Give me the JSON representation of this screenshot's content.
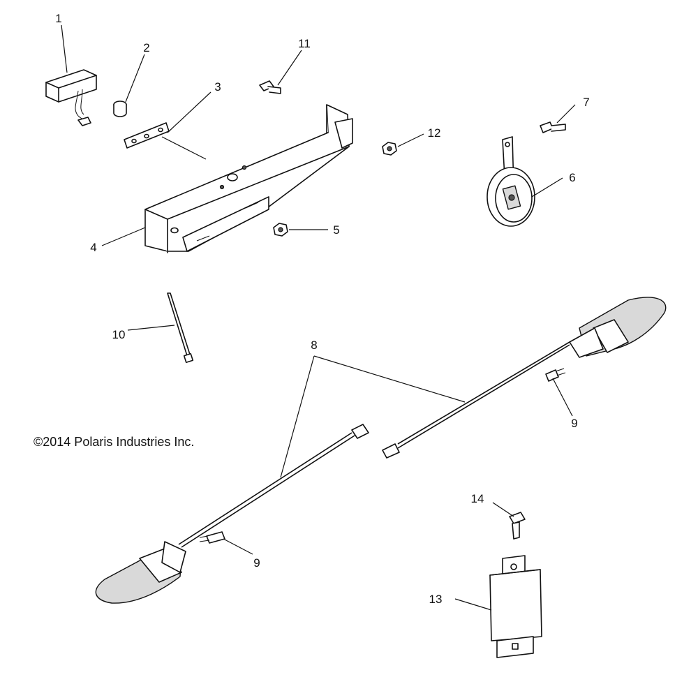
{
  "callouts": {
    "c1": "1",
    "c2": "2",
    "c3": "3",
    "c4": "4",
    "c5": "5",
    "c6": "6",
    "c7": "7",
    "c8": "8",
    "c9a": "9",
    "c9b": "9",
    "c10": "10",
    "c11": "11",
    "c12": "12",
    "c13": "13",
    "c14": "14"
  },
  "copyright": "©2014 Polaris Industries Inc."
}
